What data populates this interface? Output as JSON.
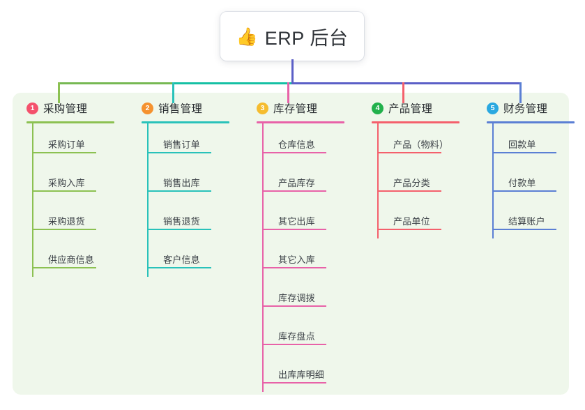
{
  "root": {
    "icon": "thumbs-up-icon",
    "emoji": "👍",
    "title": "ERP 后台"
  },
  "palette": {
    "panel_bg": "#eff7eb",
    "page_bg": "#ffffff",
    "stem": "#5b5fc7",
    "branch_left": "#76b852",
    "branch_mid": "#16c0a4",
    "branch_right": "#5b5fc7"
  },
  "columns": [
    {
      "number": "1",
      "title": "采购管理",
      "badge_color": "#f4516c",
      "line_color": "#8cc152",
      "items": [
        "采购订单",
        "采购入库",
        "采购退货",
        "供应商信息"
      ]
    },
    {
      "number": "2",
      "title": "销售管理",
      "badge_color": "#f5922f",
      "line_color": "#29c2ba",
      "items": [
        "销售订单",
        "销售出库",
        "销售退货",
        "客户信息"
      ]
    },
    {
      "number": "3",
      "title": "库存管理",
      "badge_color": "#f5bc2f",
      "line_color": "#e862a8",
      "items": [
        "仓库信息",
        "产品库存",
        "其它出库",
        "其它入库",
        "库存调拨",
        "库存盘点",
        "出库库明细"
      ]
    },
    {
      "number": "4",
      "title": "产品管理",
      "badge_color": "#22b14c",
      "line_color": "#f4606c",
      "items": [
        "产品（物料）",
        "产品分类",
        "产品单位"
      ]
    },
    {
      "number": "5",
      "title": "财务管理",
      "badge_color": "#2aa8e0",
      "line_color": "#5b7fd4",
      "items": [
        "回款单",
        "付款单",
        "结算账户"
      ]
    }
  ]
}
